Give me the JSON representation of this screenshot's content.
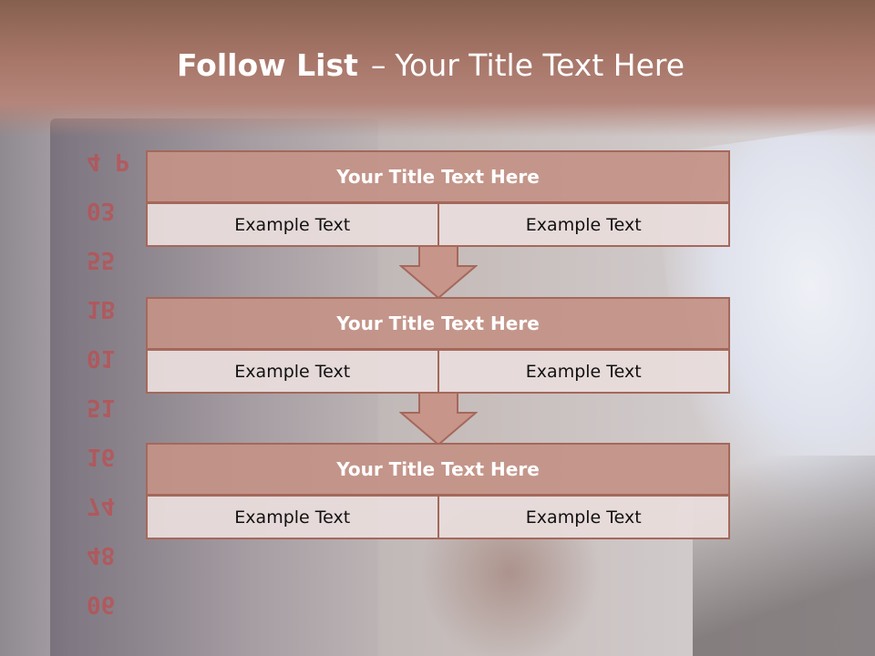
{
  "slide": {
    "title_bold": "Follow List",
    "title_dash": "–",
    "title_rest": "Your Title Text Here"
  },
  "background_digits": [
    "4 P",
    "03",
    "55",
    "1B",
    "01",
    "51",
    "16",
    "74",
    "48",
    "06"
  ],
  "steps": [
    {
      "title": "Your Title Text Here",
      "left": "Example Text",
      "right": "Example Text"
    },
    {
      "title": "Your Title Text Here",
      "left": "Example Text",
      "right": "Example Text"
    },
    {
      "title": "Your Title Text Here",
      "left": "Example Text",
      "right": "Example Text"
    }
  ],
  "colors": {
    "header": "#a8776a",
    "block_title": "#c49286",
    "block_cell": "#e8dcdb",
    "border": "#a5685b",
    "arrow_fill": "#c7958a"
  }
}
